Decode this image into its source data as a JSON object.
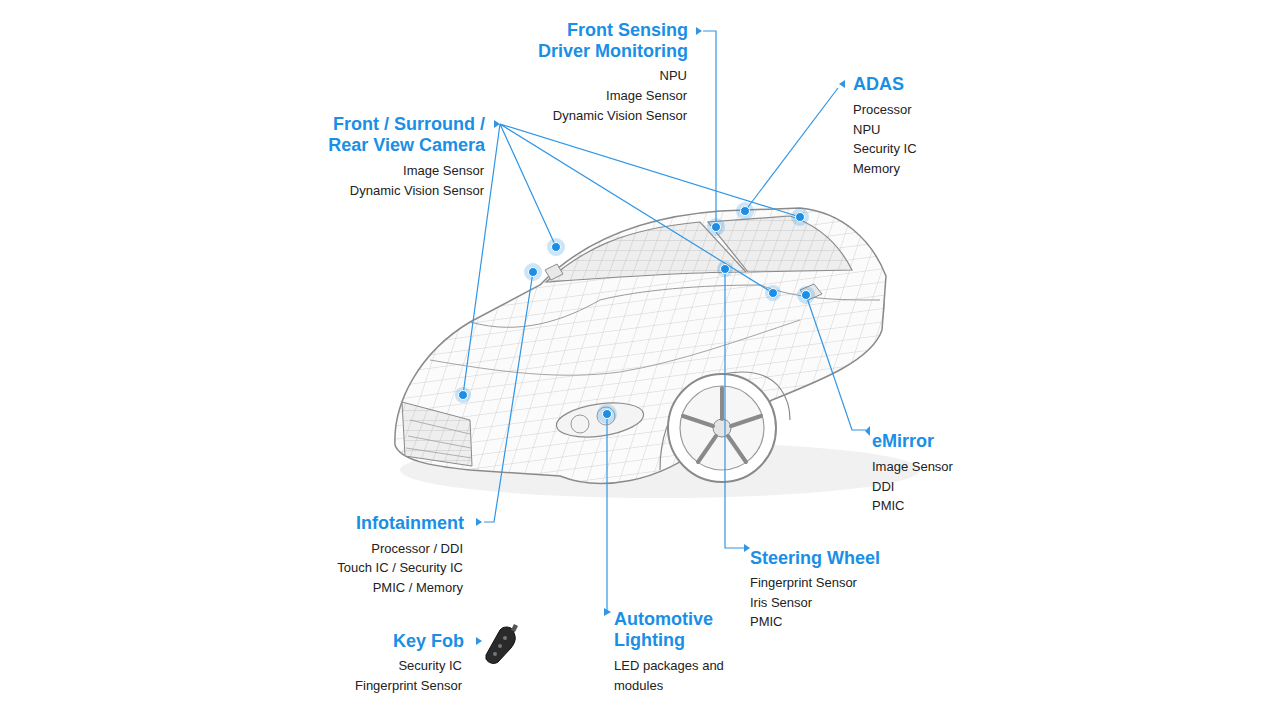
{
  "diagram": {
    "labels": [
      "Front Sensing Driver Monitoring",
      "NPU",
      "Image Sensor",
      "Dynamic Vision Sensor",
      "ADAS",
      "Processor",
      "NPU",
      "Security IC",
      "Memory",
      "Front / Surround / Rear View Camera",
      "Image Sensor",
      "Dynamic Vision Sensor",
      "eMirror",
      "Image Sensor",
      "DDI",
      "PMIC",
      "Infotainment",
      "Processor / DDI",
      "Touch IC / Security IC",
      "PMIC / Memory",
      "Steering Wheel",
      "Fingerprint Sensor",
      "Iris Sensor",
      "PMIC",
      "Automotive Lighting",
      "LED packages and modules",
      "Key Fob",
      "Security IC",
      "Fingerprint Sensor"
    ]
  }
}
